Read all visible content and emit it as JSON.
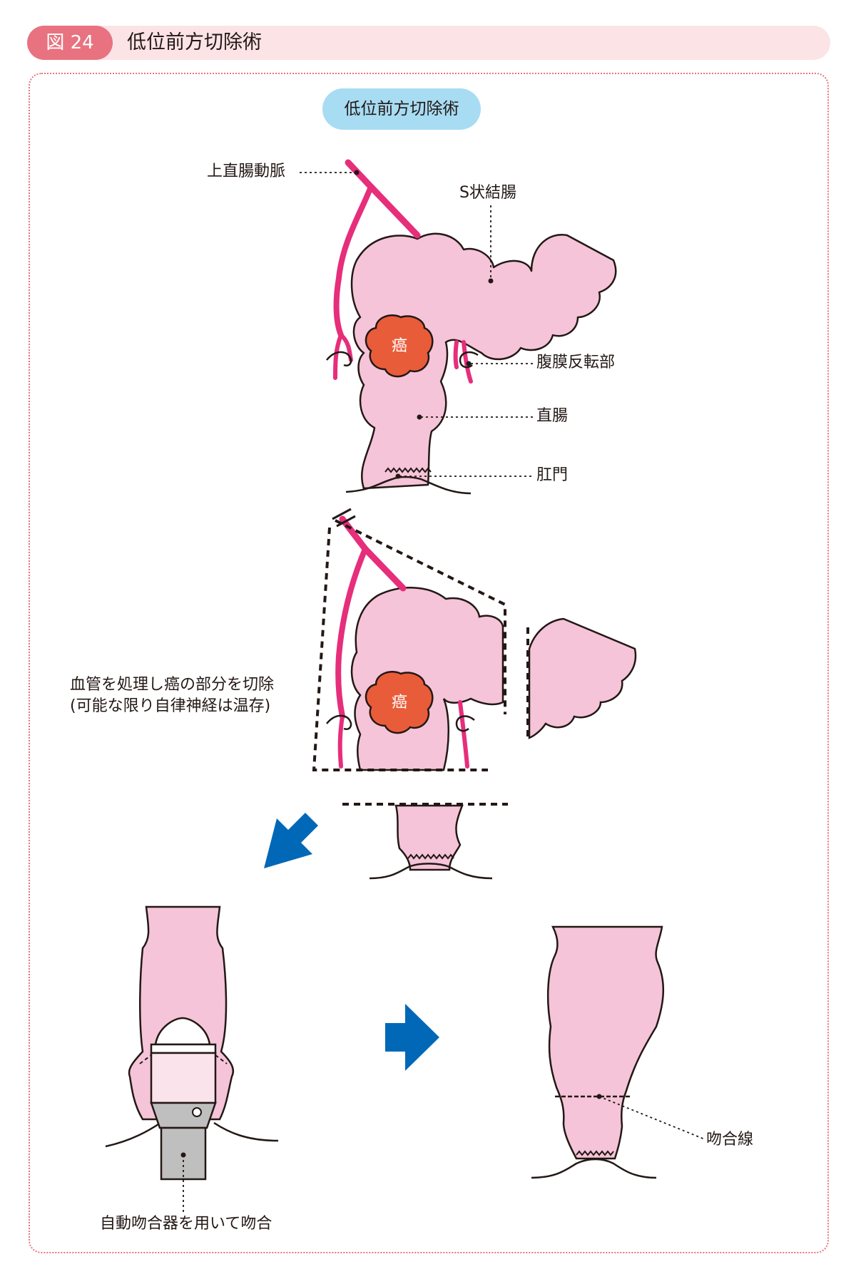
{
  "header": {
    "badge": "図 24",
    "title": "低位前方切除術"
  },
  "procedure_label": "低位前方切除術",
  "labels": {
    "superior_rectal_artery": "上直腸動脈",
    "sigmoid_colon": "S状結腸",
    "peritoneal_reflection": "腹膜反転部",
    "rectum": "直腸",
    "anus": "肛門",
    "cancer": "癌",
    "resection_note_line1": "血管を処理し癌の部分を切除",
    "resection_note_line2": "(可能な限り自律神経は温存)",
    "stapler_note": "自動吻合器を用いて吻合",
    "anastomosis_line": "吻合線"
  },
  "colors": {
    "tissue": "#f5c4d8",
    "vessel": "#e62e7b",
    "cancer": "#e95c3a",
    "arrow": "#0068b7",
    "accent": "#e8727f"
  }
}
